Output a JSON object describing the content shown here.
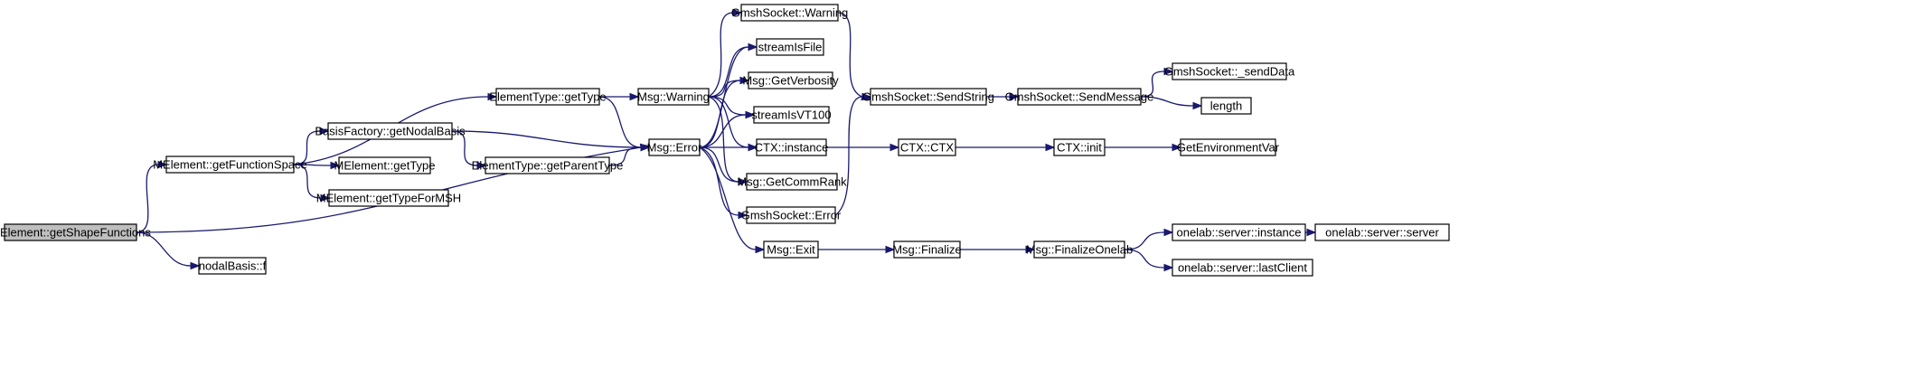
{
  "graph": {
    "colors": {
      "edge": "#191970",
      "node_border": "#000000",
      "root_fill": "#bfbfbf",
      "node_fill": "#ffffff"
    },
    "nodes": [
      {
        "id": "n_root",
        "label": "MElement::getShapeFunctions",
        "root": true
      },
      {
        "id": "n_getFunctionSpace",
        "label": "MElement::getFunctionSpace"
      },
      {
        "id": "n_nodalBasis_f",
        "label": "nodalBasis::f"
      },
      {
        "id": "n_getNodalBasis",
        "label": "BasisFactory::getNodalBasis"
      },
      {
        "id": "n_ET_getType",
        "label": "ElementType::getType"
      },
      {
        "id": "n_ME_getType",
        "label": "MElement::getType"
      },
      {
        "id": "n_getTypeForMSH",
        "label": "MElement::getTypeForMSH"
      },
      {
        "id": "n_getParentType",
        "label": "ElementType::getParentType"
      },
      {
        "id": "n_msg_warning",
        "label": "Msg::Warning"
      },
      {
        "id": "n_msg_error",
        "label": "Msg::Error"
      },
      {
        "id": "n_gs_warning",
        "label": "GmshSocket::Warning"
      },
      {
        "id": "n_streamIsFile",
        "label": "streamIsFile"
      },
      {
        "id": "n_getVerbosity",
        "label": "Msg::GetVerbosity"
      },
      {
        "id": "n_streamIsVT100",
        "label": "streamIsVT100"
      },
      {
        "id": "n_ctx_instance",
        "label": "CTX::instance"
      },
      {
        "id": "n_getCommRank",
        "label": "Msg::GetCommRank"
      },
      {
        "id": "n_gs_error",
        "label": "GmshSocket::Error"
      },
      {
        "id": "n_msg_exit",
        "label": "Msg::Exit"
      },
      {
        "id": "n_sendString",
        "label": "GmshSocket::SendString"
      },
      {
        "id": "n_ctx_ctx",
        "label": "CTX::CTX"
      },
      {
        "id": "n_msg_finalize",
        "label": "Msg::Finalize"
      },
      {
        "id": "n_sendMessage",
        "label": "GmshSocket::SendMessage"
      },
      {
        "id": "n_ctx_init",
        "label": "CTX::init"
      },
      {
        "id": "n_finalizeOnelab",
        "label": "Msg::FinalizeOnelab"
      },
      {
        "id": "n_sendData",
        "label": "GmshSocket::_sendData"
      },
      {
        "id": "n_length",
        "label": "length"
      },
      {
        "id": "n_getEnvVar",
        "label": "GetEnvironmentVar"
      },
      {
        "id": "n_ol_instance",
        "label": "onelab::server::instance"
      },
      {
        "id": "n_ol_lastClient",
        "label": "onelab::server::lastClient"
      },
      {
        "id": "n_ol_server",
        "label": "onelab::server::server"
      }
    ],
    "edges": [
      [
        "n_root",
        "n_getFunctionSpace"
      ],
      [
        "n_root",
        "n_nodalBasis_f"
      ],
      [
        "n_root",
        "n_msg_error"
      ],
      [
        "n_getFunctionSpace",
        "n_ET_getType"
      ],
      [
        "n_getFunctionSpace",
        "n_getNodalBasis"
      ],
      [
        "n_getFunctionSpace",
        "n_ME_getType"
      ],
      [
        "n_getFunctionSpace",
        "n_getTypeForMSH"
      ],
      [
        "n_getNodalBasis",
        "n_msg_error"
      ],
      [
        "n_getNodalBasis",
        "n_getParentType"
      ],
      [
        "n_ET_getType",
        "n_msg_warning"
      ],
      [
        "n_ET_getType",
        "n_msg_error"
      ],
      [
        "n_getParentType",
        "n_msg_error"
      ],
      [
        "n_msg_warning",
        "n_gs_warning"
      ],
      [
        "n_msg_warning",
        "n_streamIsFile"
      ],
      [
        "n_msg_warning",
        "n_getVerbosity"
      ],
      [
        "n_msg_warning",
        "n_streamIsVT100"
      ],
      [
        "n_msg_warning",
        "n_ctx_instance"
      ],
      [
        "n_msg_warning",
        "n_getCommRank"
      ],
      [
        "n_msg_error",
        "n_streamIsFile"
      ],
      [
        "n_msg_error",
        "n_getVerbosity"
      ],
      [
        "n_msg_error",
        "n_streamIsVT100"
      ],
      [
        "n_msg_error",
        "n_ctx_instance"
      ],
      [
        "n_msg_error",
        "n_getCommRank"
      ],
      [
        "n_msg_error",
        "n_gs_error"
      ],
      [
        "n_msg_error",
        "n_msg_exit"
      ],
      [
        "n_gs_warning",
        "n_sendString"
      ],
      [
        "n_gs_error",
        "n_sendString"
      ],
      [
        "n_ctx_instance",
        "n_ctx_ctx"
      ],
      [
        "n_ctx_ctx",
        "n_ctx_init"
      ],
      [
        "n_ctx_init",
        "n_getEnvVar"
      ],
      [
        "n_sendString",
        "n_sendMessage"
      ],
      [
        "n_sendMessage",
        "n_sendData"
      ],
      [
        "n_sendMessage",
        "n_length"
      ],
      [
        "n_msg_exit",
        "n_msg_finalize"
      ],
      [
        "n_msg_finalize",
        "n_finalizeOnelab"
      ],
      [
        "n_finalizeOnelab",
        "n_ol_instance"
      ],
      [
        "n_finalizeOnelab",
        "n_ol_lastClient"
      ],
      [
        "n_ol_instance",
        "n_ol_server"
      ]
    ]
  }
}
